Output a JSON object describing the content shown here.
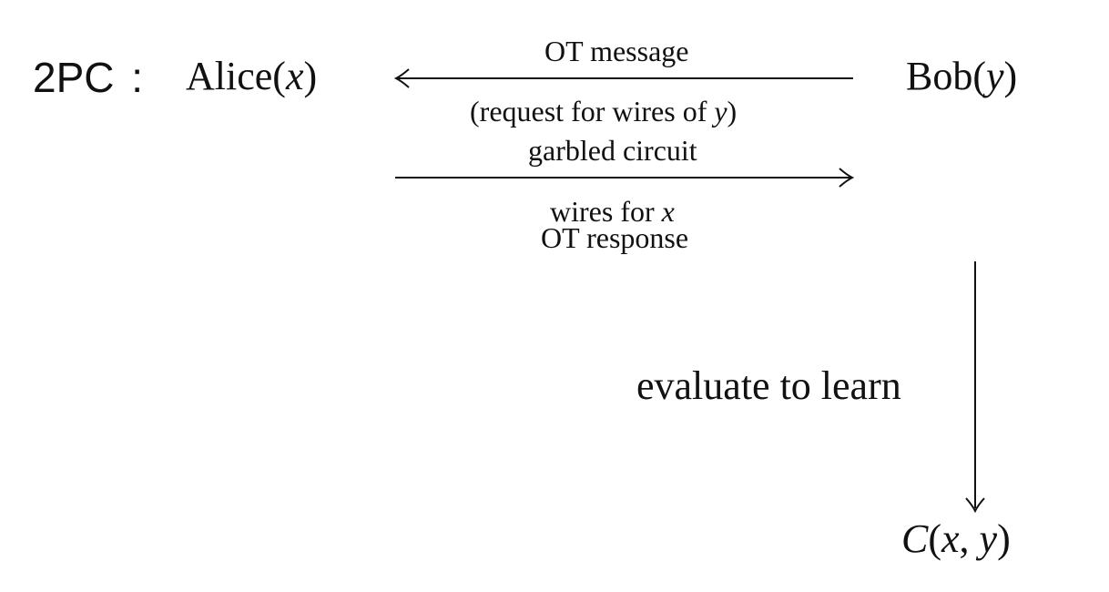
{
  "diagram": {
    "protocol_label": "2PC",
    "protocol_colon": ":",
    "alice": {
      "name": "Alice",
      "open": "(",
      "var": "x",
      "close": ")"
    },
    "bob": {
      "name": "Bob",
      "open": "(",
      "var": "y",
      "close": ")"
    },
    "arrow_bob_to_alice": {
      "label_above": "OT message",
      "label_below_prefix": "(request for wires of ",
      "label_below_var": "y",
      "label_below_suffix": ")"
    },
    "arrow_alice_to_bob": {
      "label_above": "garbled circuit",
      "label_below_line1_prefix": "wires for ",
      "label_below_line1_var": "x",
      "label_below_line2": "OT response"
    },
    "arrow_down": {
      "label": "evaluate to learn"
    },
    "result": {
      "func": "C",
      "open": "(",
      "var1": "x",
      "sep": ", ",
      "var2": "y",
      "close": ")"
    }
  }
}
